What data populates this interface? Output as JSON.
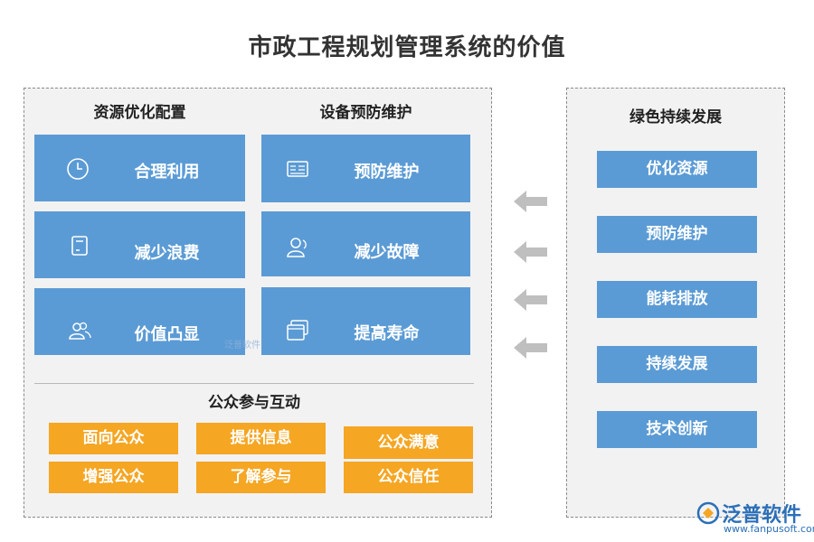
{
  "title": "市政工程规划管理系统的价值",
  "left": {
    "resource": {
      "heading": "资源优化配置",
      "tiles": [
        {
          "label": "合理利用",
          "icon": "clock-icon"
        },
        {
          "label": "减少浪费",
          "icon": "document-icon"
        },
        {
          "label": "价值凸显",
          "icon": "users-icon"
        }
      ]
    },
    "equipment": {
      "heading": "设备预防维护",
      "tiles": [
        {
          "label": "预防维护",
          "icon": "panel-icon"
        },
        {
          "label": "减少故障",
          "icon": "user-icon"
        },
        {
          "label": "提高寿命",
          "icon": "windows-icon"
        }
      ]
    },
    "public": {
      "heading": "公众参与互动",
      "items": [
        "面向公众",
        "提供信息",
        "公众满意",
        "增强公众",
        "了解参与",
        "公众信任"
      ]
    }
  },
  "right": {
    "heading": "绿色持续发展",
    "items": [
      "优化资源",
      "预防维护",
      "能耗排放",
      "持续发展",
      "技术创新"
    ]
  },
  "watermark": {
    "small": "泛普软件",
    "brand_name": "泛普软件",
    "brand_url": "www.fanpusoft.com"
  },
  "colors": {
    "tile_blue": "#5b9bd5",
    "orange": "#f5a623",
    "arrow_gray": "#bfbfbf"
  }
}
